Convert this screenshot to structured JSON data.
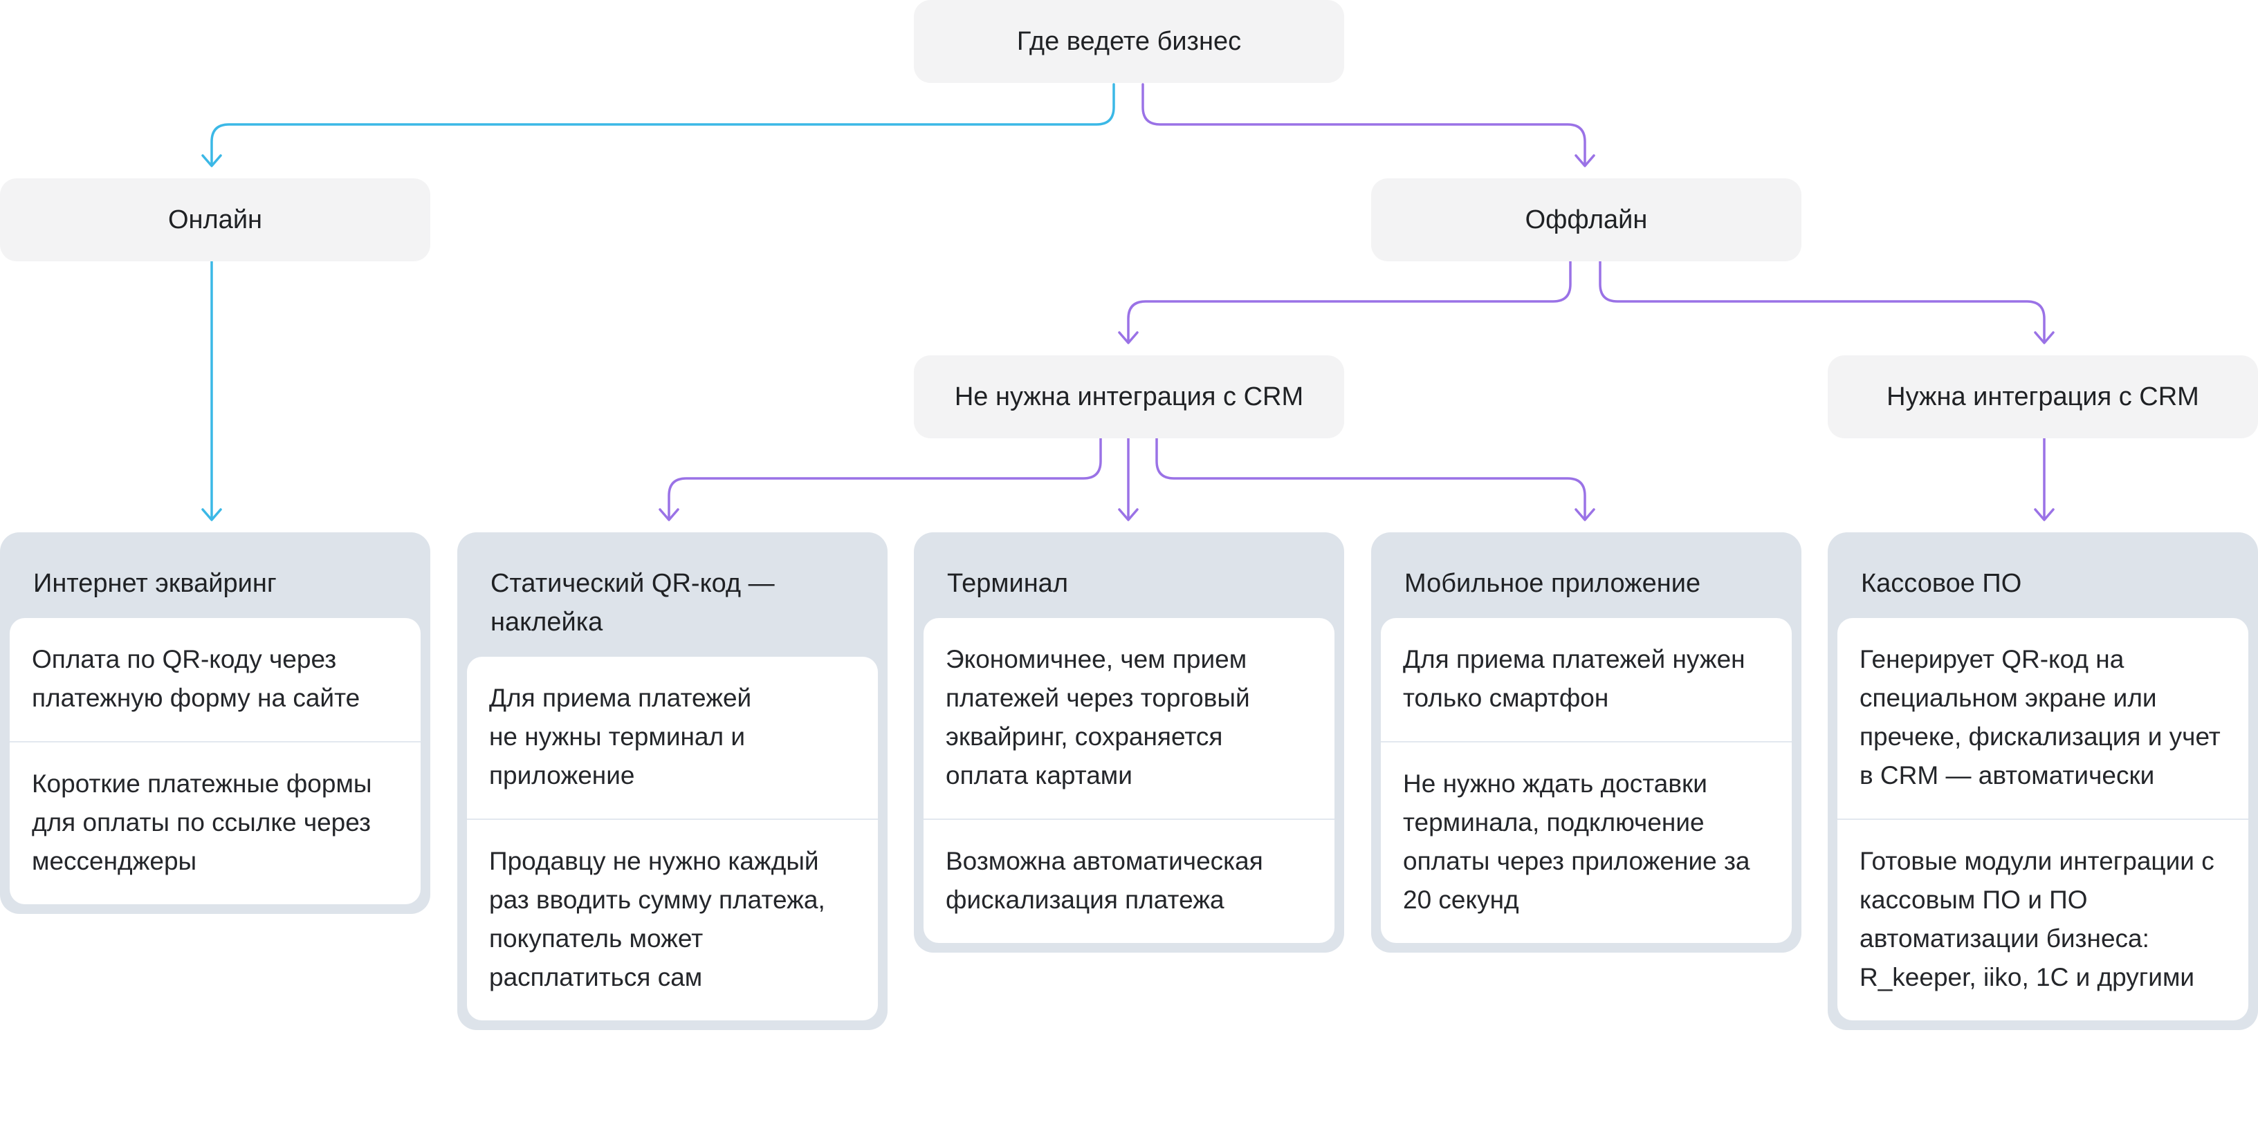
{
  "colors": {
    "node_bg": "#f3f3f4",
    "card_bg": "#dde3ea",
    "card_inner_bg": "#ffffff",
    "online_line": "#3bb8e6",
    "offline_line": "#9a72e6"
  },
  "root": {
    "label": "Где ведете бизнес"
  },
  "online": {
    "label": "Онлайн",
    "card": {
      "title": "Интернет эквайринг",
      "items": [
        "Оплата по QR-коду через платежную форму на сайте",
        "Короткие платежные формы для оплаты по ссылке через мессенджеры"
      ]
    }
  },
  "offline": {
    "label": "Оффлайн",
    "no_crm": {
      "label": "Не нужна интеграция с CRM",
      "cards": [
        {
          "title": "Статический QR-код — наклейка",
          "items": [
            "Для приема платежей не нужны терминал и приложение",
            "Продавцу не нужно каждый раз вводить сумму платежа, покупатель может расплатиться сам"
          ]
        },
        {
          "title": "Терминал",
          "items": [
            "Экономичнее, чем прием платежей через торговый эквайринг, сохраняется оплата картами",
            "Возможна автоматическая фискализация платежа"
          ]
        },
        {
          "title": "Мобильное приложение",
          "items": [
            "Для приема платежей нужен только смартфон",
            "Не нужно ждать доставки терминала, подключение оплаты через приложение за 20 секунд"
          ]
        }
      ]
    },
    "crm": {
      "label": "Нужна интеграция с CRM",
      "card": {
        "title": "Кассовое ПО",
        "items": [
          "Генерирует QR-код на специальном экране или пречеке, фискализация и учет в CRM — автоматически",
          "Готовые модули интеграции с кассовым ПО и ПО автоматизации бизнеса: R_keeper, iiko, 1С и другими"
        ]
      }
    }
  }
}
